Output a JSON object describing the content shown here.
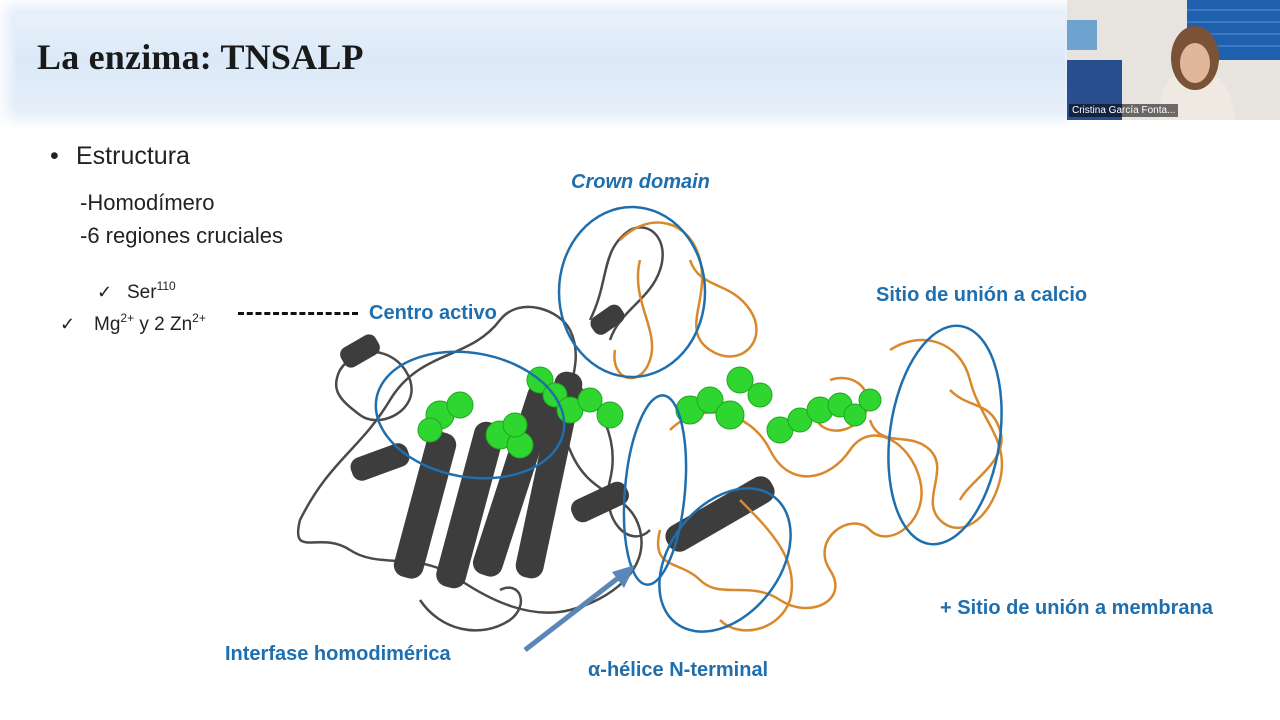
{
  "slide": {
    "title": "La enzima: TNSALP",
    "bullet": "Estructura",
    "sub_items": [
      "-Homodímero",
      "-6 regiones cruciales"
    ],
    "checks": [
      {
        "mark": "✓",
        "text": "Ser",
        "sup": "110"
      },
      {
        "mark": "✓",
        "text": "Mg",
        "sup": "2+",
        "text2": " y 2 Zn",
        "sup2": "2+"
      }
    ]
  },
  "labels": {
    "crown": "Crown domain",
    "active": "Centro activo",
    "calcium": "Sitio de unión a calcio",
    "membrane": "+ Sitio de unión a membrana",
    "interface": "Interfase homodimérica",
    "helix": "α-hélice N-terminal"
  },
  "video": {
    "participant_name": "Cristina García Fonta..."
  },
  "colors": {
    "label_blue": "#1f6fae",
    "chain_gray": "#4a4a4a",
    "chain_orange": "#d9892b",
    "ligand_green": "#2fd62f"
  }
}
